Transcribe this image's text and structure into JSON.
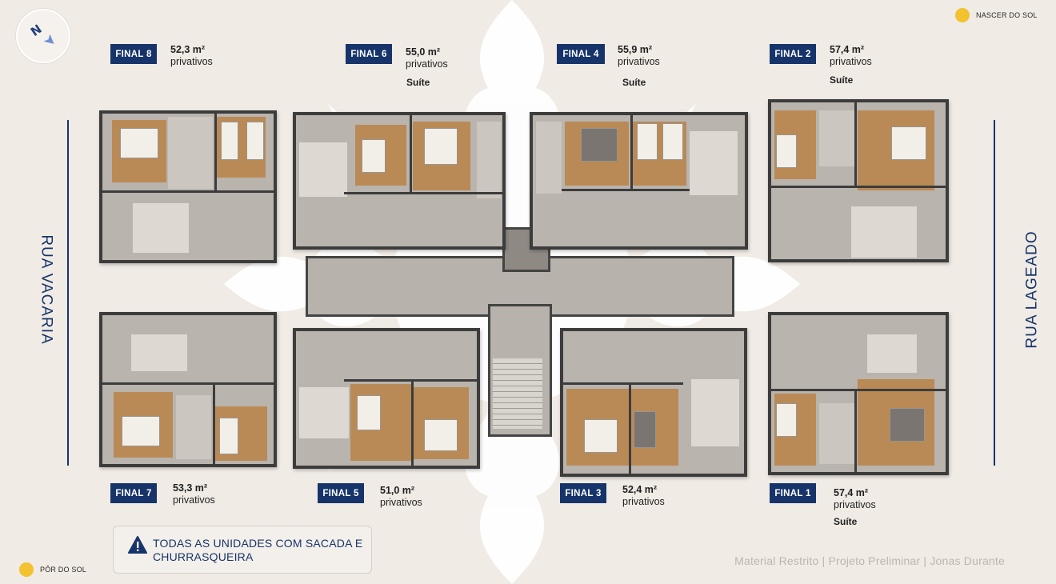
{
  "compass": {
    "letter": "N"
  },
  "sun": {
    "sunrise_label": "NASCER DO SOL",
    "sunset_label": "PÔR DO SOL",
    "color": "#f2c230"
  },
  "streets": {
    "left": "RUA VACARIA",
    "right": "RUA LAGEADO"
  },
  "units": [
    {
      "label": "FINAL 8",
      "area": "52,3 m²",
      "type": "privativos",
      "extra": ""
    },
    {
      "label": "FINAL 6",
      "area": "55,0 m²",
      "type": "privativos",
      "extra": "Suíte"
    },
    {
      "label": "FINAL 4",
      "area": "55,9 m²",
      "type": "privativos",
      "extra": "Suíte"
    },
    {
      "label": "FINAL 2",
      "area": "57,4 m²",
      "type": "privativos",
      "extra": "Suíte"
    },
    {
      "label": "FINAL 7",
      "area": "53,3 m²",
      "type": "privativos",
      "extra": ""
    },
    {
      "label": "FINAL 5",
      "area": "51,0 m²",
      "type": "privativos",
      "extra": ""
    },
    {
      "label": "FINAL 3",
      "area": "52,4 m²",
      "type": "privativos",
      "extra": ""
    },
    {
      "label": "FINAL 1",
      "area": "57,4 m²",
      "type": "privativos",
      "extra": "Suíte"
    }
  ],
  "notice": {
    "text": "TODAS AS UNIDADES COM SACADA E CHURRASQUEIRA"
  },
  "footer": {
    "text": "Material Restrito | Projeto Preliminar | Jonas Durante"
  },
  "colors": {
    "brand": "#16346a",
    "background": "#f0ebe5"
  }
}
